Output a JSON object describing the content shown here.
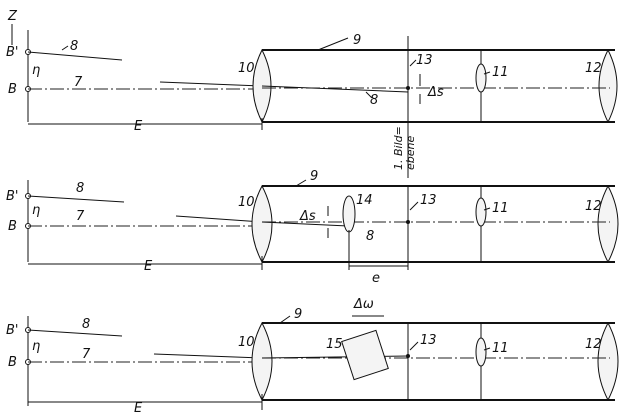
{
  "axis_label": "Z",
  "panels": [
    {
      "id": "top",
      "labels": {
        "b_prime": "B'",
        "b": "B",
        "eta": "η",
        "ray_upper": "8",
        "ray_axis": "7",
        "tube": "9",
        "entry_window": "10",
        "relay_lens": "11",
        "exit_window": "12",
        "image_point": "13",
        "ray_in_tube": "8",
        "delta_s": "Δs",
        "image_plane_line1": "1. Bild=",
        "image_plane_line2": "ebene",
        "distance": "E"
      }
    },
    {
      "id": "middle",
      "labels": {
        "b_prime": "B'",
        "b": "B",
        "eta": "η",
        "ray_upper": "8",
        "ray_axis": "7",
        "tube": "9",
        "entry_window": "10",
        "compensator_lens": "14",
        "image_point": "13",
        "relay_lens": "11",
        "exit_window": "12",
        "ray_in_tube": "8",
        "delta_s": "Δs",
        "offset": "e",
        "distance": "E"
      }
    },
    {
      "id": "bottom",
      "labels": {
        "b_prime": "B'",
        "b": "B",
        "eta": "η",
        "ray_upper": "8",
        "ray_axis": "7",
        "tube": "9",
        "entry_window": "10",
        "prism": "15",
        "delta_omega": "Δω",
        "image_point": "13",
        "relay_lens": "11",
        "exit_window": "12",
        "distance": "E"
      }
    }
  ]
}
